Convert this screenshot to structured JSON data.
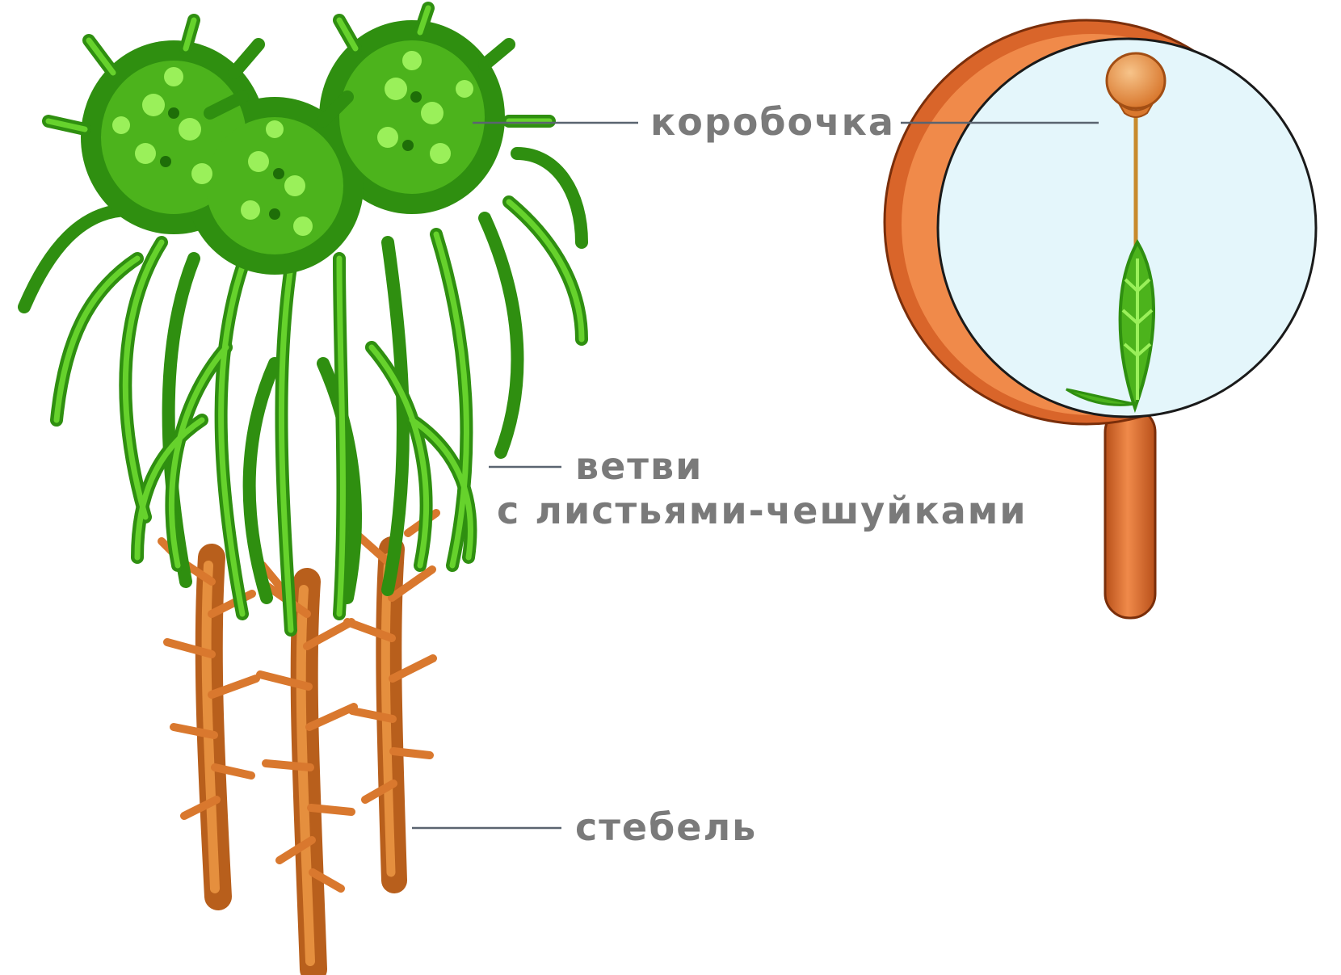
{
  "labels": {
    "capsule": "коробочка",
    "branches_line1": "ветви",
    "branches_line2": "с листьями-чешуйками",
    "stem": "стебель"
  },
  "colors": {
    "leaf_dark": "#2f8f10",
    "leaf_light": "#66d22c",
    "stem": "#b85f1c",
    "stem_highlight": "#e58f3e",
    "magnifier_frame": "#d9652a",
    "lens": "#e4f6fb",
    "label_text": "#7a7a7a"
  }
}
